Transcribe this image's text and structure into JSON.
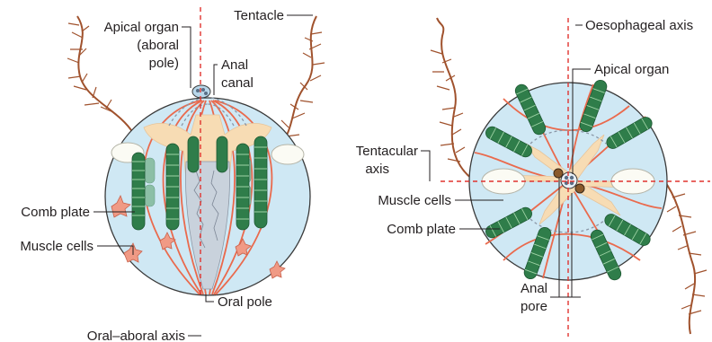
{
  "labels": {
    "apical_organ_line1": "Apical organ",
    "apical_organ_line2": "(aboral",
    "apical_organ_line3": "pole)",
    "tentacle": "Tentacle",
    "anal_canal_line1": "Anal",
    "anal_canal_line2": "canal",
    "comb_plate_side": "Comb plate",
    "muscle_cells_side": "Muscle cells",
    "oral_pole": "Oral pole",
    "oral_aboral_axis": "Oral–aboral axis",
    "oesophageal_axis": "Oesophageal axis",
    "apical_organ_top": "Apical organ",
    "tentacular_axis_line1": "Tentacular",
    "tentacular_axis_line2": "axis",
    "muscle_cells_top": "Muscle cells",
    "comb_plate_top": "Comb plate",
    "anal_pore_line1": "Anal",
    "anal_pore_line2": "pore"
  },
  "colors": {
    "axis": "#e0332f",
    "body": "#cfe8f4",
    "meridian_canal": "#ea6a4d",
    "comb_plate": "#2f7d4a",
    "tentacle": "#a0522d",
    "gut": "#f7dcb4"
  }
}
